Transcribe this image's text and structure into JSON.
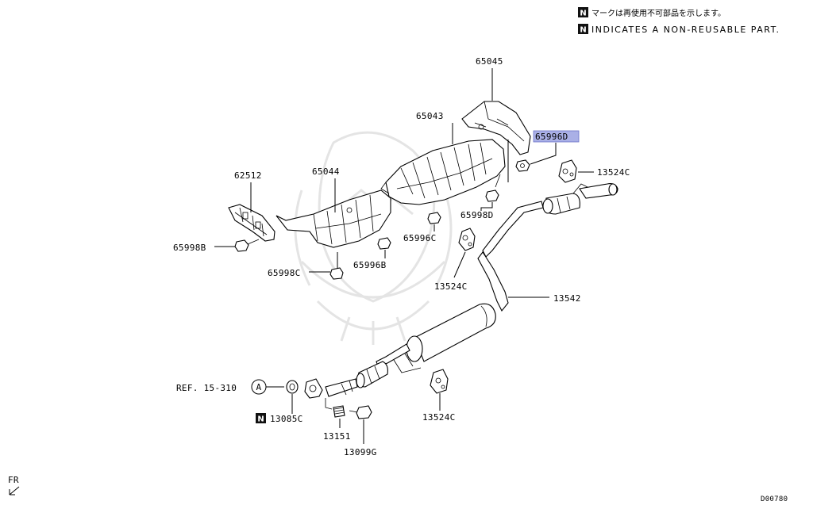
{
  "notes": {
    "badge": "N",
    "jp": "マークは再使用不可部品を示します。",
    "en": "INDICATES A NON-REUSABLE PART."
  },
  "part_labels": {
    "p65045": "65045",
    "p65043": "65043",
    "p65996D": "65996D",
    "p13524C_top": "13524C",
    "p62512": "62512",
    "p65044": "65044",
    "p65998D": "65998D",
    "p65996C": "65996C",
    "p65998B": "65998B",
    "p65996B": "65996B",
    "p65998C": "65998C",
    "p13524C_mid": "13524C",
    "p13542": "13542",
    "ref": "REF. 15-310",
    "ref_circle": "A",
    "p13085C": "13085C",
    "p13151": "13151",
    "p13099G": "13099G",
    "p13524C_bottom": "13524C"
  },
  "highlight": {
    "part": "65996D",
    "color": "#aab0e6"
  },
  "corner": {
    "fr": "FR",
    "code": "D00780"
  }
}
